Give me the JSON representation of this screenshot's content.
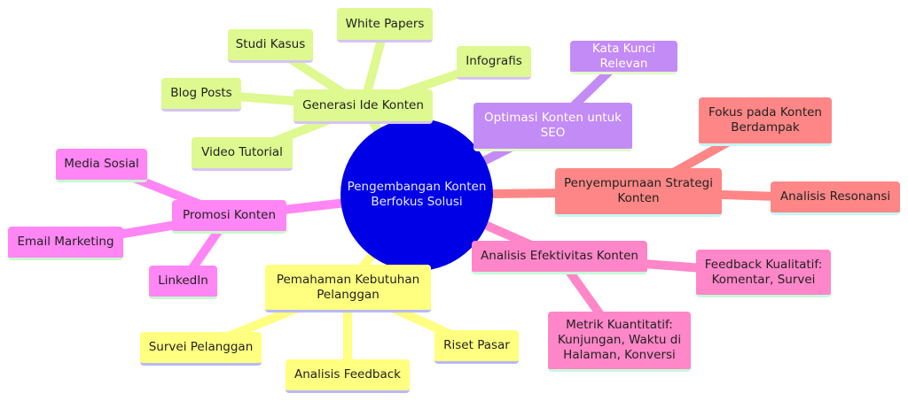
{
  "root": {
    "label": "Pengembangan Konten\nBerfokus Solusi",
    "color": "#0000e6"
  },
  "branches": {
    "generasi": {
      "label": "Generasi Ide Konten",
      "color": "#ddf98f",
      "children": [
        "White Papers",
        "Studi Kasus",
        "Infografis",
        "Blog Posts",
        "Video Tutorial"
      ]
    },
    "optimasi": {
      "label": "Optimasi Konten untuk\nSEO",
      "color": "#c38bf6",
      "children": [
        "Kata Kunci Relevan"
      ]
    },
    "penyempurnaan": {
      "label": "Penyempurnaan Strategi\nKonten",
      "color": "#fe8686",
      "children": [
        "Fokus pada Konten\nBerdampak",
        "Analisis Resonansi"
      ]
    },
    "analisis": {
      "label": "Analisis Efektivitas Konten",
      "color": "#ff86c8",
      "children": [
        "Feedback Kualitatif:\nKomentar, Survei",
        "Metrik Kuantitatif:\nKunjungan, Waktu di\nHalaman, Konversi"
      ]
    },
    "promosi": {
      "label": "Promosi Konten",
      "color": "#ff86f4",
      "children": [
        "Media Sosial",
        "Email Marketing",
        "LinkedIn"
      ]
    },
    "pemahaman": {
      "label": "Pemahaman Kebutuhan\nPelanggan",
      "color": "#ffff80",
      "children": [
        "Survei Pelanggan",
        "Analisis Feedback",
        "Riset Pasar"
      ]
    }
  }
}
